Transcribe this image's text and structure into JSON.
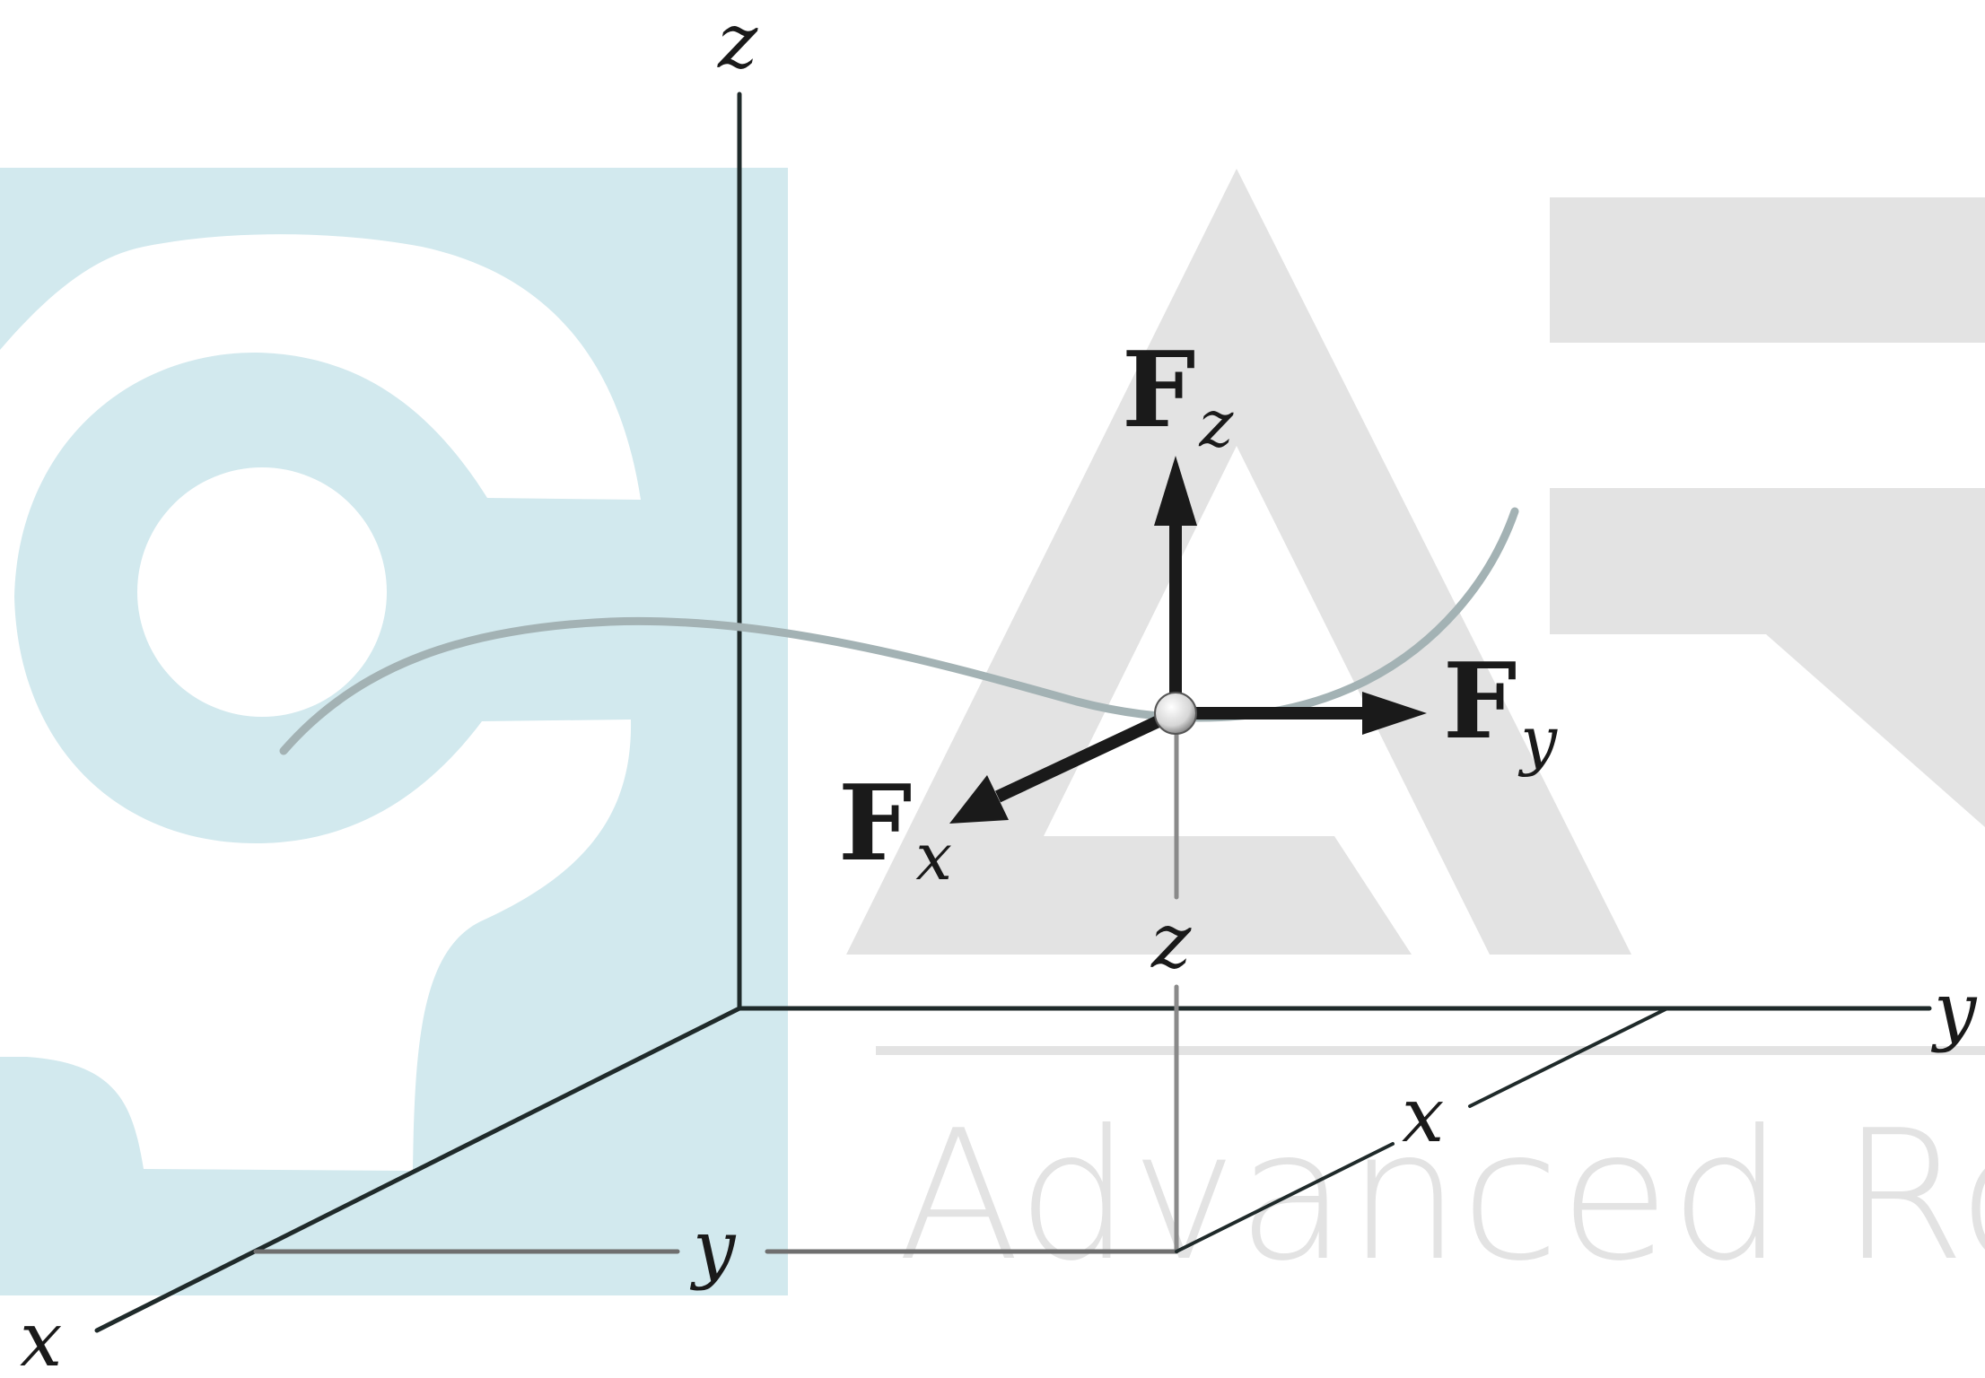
{
  "colors": {
    "watermark_teal": "#d2e9ee",
    "watermark_gray": "#e3e3e3",
    "axis_dark": "#1f2a2a",
    "axis_gray": "#7a7a7a",
    "curve": "#a3b2b4",
    "arrow": "#1a1a1a"
  },
  "axes": {
    "z_label": "z",
    "y_label": "y",
    "x_label": "x"
  },
  "dimensions": {
    "z_label": "z",
    "x_label": "x",
    "y_label": "y"
  },
  "forces": {
    "fz": {
      "main": "F",
      "sub": "z"
    },
    "fy": {
      "main": "F",
      "sub": "y"
    },
    "fx": {
      "main": "F",
      "sub": "x"
    }
  },
  "watermark": {
    "text": "Advanced Ro"
  }
}
